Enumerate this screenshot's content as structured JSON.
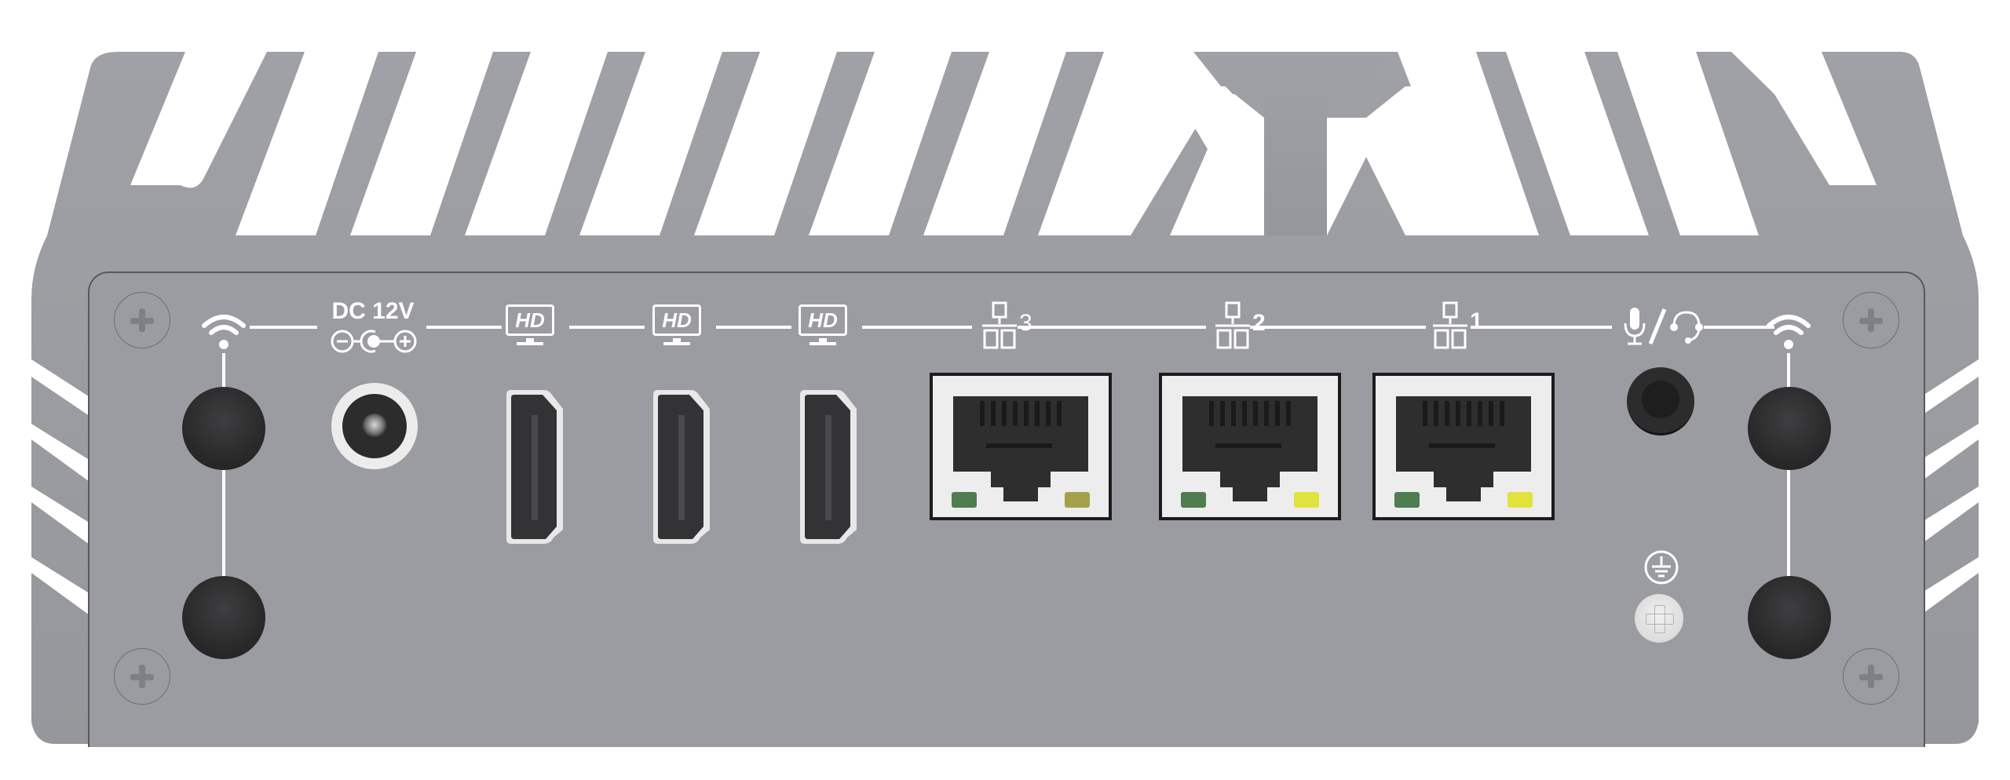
{
  "device": {
    "description": "Fanless mini PC rear I/O panel",
    "colors": {
      "chassis": "#9b9ca1",
      "chassis_edge": "#55585f",
      "label": "#ffffff",
      "port_dark": "#2a2a2b",
      "rj45_body": "#ededed",
      "led_green": "#4f7d50",
      "led_amber": "#a3a24a",
      "led_yellow": "#e0e33c"
    }
  },
  "labels": {
    "dc": "DC 12V",
    "dc_polarity": "⊖-●-⊕",
    "hdmi_1": "HD",
    "hdmi_2": "HD",
    "hdmi_3": "HD",
    "lan_3": "3",
    "lan_2": "2",
    "lan_1": "1"
  },
  "ports": [
    {
      "id": "antenna-left",
      "icon": "wifi-icon"
    },
    {
      "id": "dc-in",
      "label": "DC 12V",
      "icon": "dc-polarity-icon"
    },
    {
      "id": "hdmi-1",
      "label": "HD",
      "icon": "hdmi-monitor-icon"
    },
    {
      "id": "hdmi-2",
      "label": "HD",
      "icon": "hdmi-monitor-icon"
    },
    {
      "id": "hdmi-3",
      "label": "HD",
      "icon": "hdmi-monitor-icon"
    },
    {
      "id": "lan-3",
      "label": "3",
      "icon": "network-icon",
      "leds": [
        "#4f7d50",
        "#a3a24a"
      ]
    },
    {
      "id": "lan-2",
      "label": "2",
      "icon": "network-icon",
      "leds": [
        "#4f7d50",
        "#e0e33c"
      ]
    },
    {
      "id": "lan-1",
      "label": "1",
      "icon": "network-icon",
      "leds": [
        "#4f7d50",
        "#e0e33c"
      ]
    },
    {
      "id": "audio-combo",
      "icon": "mic-headset-icon"
    },
    {
      "id": "antenna-right",
      "icon": "wifi-icon"
    },
    {
      "id": "ground-screw",
      "icon": "ground-icon"
    }
  ]
}
